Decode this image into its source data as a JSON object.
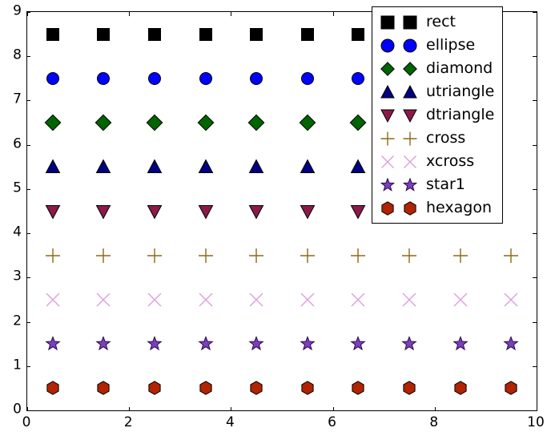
{
  "chart_data": {
    "type": "scatter",
    "title": "",
    "xlabel": "",
    "ylabel": "",
    "xlim": [
      0,
      10
    ],
    "ylim": [
      0,
      9
    ],
    "grid": false,
    "legend_position": "upper right",
    "xticks": [
      0,
      2,
      4,
      6,
      8,
      10
    ],
    "yticks": [
      0,
      1,
      2,
      3,
      4,
      5,
      6,
      7,
      8,
      9
    ],
    "xtick_labels": [
      "0",
      "2",
      "4",
      "6",
      "8",
      "10"
    ],
    "ytick_labels": [
      "0",
      "1",
      "2",
      "3",
      "4",
      "5",
      "6",
      "7",
      "8",
      "9"
    ],
    "series": [
      {
        "name": "rect",
        "marker": "square",
        "face_color": "#000000",
        "edge_color": "#000000",
        "size": 17,
        "x": [
          0.5,
          1.5,
          2.5,
          3.5,
          4.5,
          5.5,
          6.5
        ],
        "y": [
          8.5,
          8.5,
          8.5,
          8.5,
          8.5,
          8.5,
          8.5
        ]
      },
      {
        "name": "ellipse",
        "marker": "circle",
        "face_color": "#0000FF",
        "edge_color": "#000000",
        "size": 17,
        "x": [
          0.5,
          1.5,
          2.5,
          3.5,
          4.5,
          5.5,
          6.5
        ],
        "y": [
          7.5,
          7.5,
          7.5,
          7.5,
          7.5,
          7.5,
          7.5
        ]
      },
      {
        "name": "diamond",
        "marker": "diamond",
        "face_color": "#006400",
        "edge_color": "#000000",
        "size": 21,
        "x": [
          0.5,
          1.5,
          2.5,
          3.5,
          4.5,
          5.5,
          6.5
        ],
        "y": [
          6.5,
          6.5,
          6.5,
          6.5,
          6.5,
          6.5,
          6.5
        ]
      },
      {
        "name": "utriangle",
        "marker": "triangle-up",
        "face_color": "#000080",
        "edge_color": "#000000",
        "size": 19,
        "x": [
          0.5,
          1.5,
          2.5,
          3.5,
          4.5,
          5.5,
          6.5
        ],
        "y": [
          5.5,
          5.5,
          5.5,
          5.5,
          5.5,
          5.5,
          5.5
        ]
      },
      {
        "name": "dtriangle",
        "marker": "triangle-down",
        "face_color": "#8B1A4A",
        "edge_color": "#000000",
        "size": 19,
        "x": [
          0.5,
          1.5,
          2.5,
          3.5,
          4.5,
          5.5,
          6.5
        ],
        "y": [
          4.5,
          4.5,
          4.5,
          4.5,
          4.5,
          4.5,
          4.5
        ]
      },
      {
        "name": "cross",
        "marker": "plus",
        "face_color": "none",
        "edge_color": "#8B6914",
        "size": 19,
        "x": [
          0.5,
          1.5,
          2.5,
          3.5,
          4.5,
          5.5,
          6.5,
          7.5,
          8.5,
          9.5
        ],
        "y": [
          3.5,
          3.5,
          3.5,
          3.5,
          3.5,
          3.5,
          3.5,
          3.5,
          3.5,
          3.5
        ]
      },
      {
        "name": "xcross",
        "marker": "x",
        "face_color": "none",
        "edge_color": "#DDA0DD",
        "size": 19,
        "x": [
          0.5,
          1.5,
          2.5,
          3.5,
          4.5,
          5.5,
          6.5,
          7.5,
          8.5,
          9.5
        ],
        "y": [
          2.5,
          2.5,
          2.5,
          2.5,
          2.5,
          2.5,
          2.5,
          2.5,
          2.5,
          2.5
        ]
      },
      {
        "name": "star1",
        "marker": "star5",
        "face_color": "#7B3FBF",
        "edge_color": "#2B0B4A",
        "size": 19,
        "x": [
          0.5,
          1.5,
          2.5,
          3.5,
          4.5,
          5.5,
          6.5,
          7.5,
          8.5,
          9.5
        ],
        "y": [
          1.5,
          1.5,
          1.5,
          1.5,
          1.5,
          1.5,
          1.5,
          1.5,
          1.5,
          1.5
        ]
      },
      {
        "name": "hexagon",
        "marker": "hexagon",
        "face_color": "#B22400",
        "edge_color": "#000000",
        "size": 18,
        "x": [
          0.5,
          1.5,
          2.5,
          3.5,
          4.5,
          5.5,
          6.5,
          7.5,
          8.5,
          9.5
        ],
        "y": [
          0.5,
          0.5,
          0.5,
          0.5,
          0.5,
          0.5,
          0.5,
          0.5,
          0.5,
          0.5
        ]
      }
    ],
    "legend_entries": [
      {
        "label": "rect",
        "marker": "square",
        "face_color": "#000000",
        "edge_color": "#000000"
      },
      {
        "label": "ellipse",
        "marker": "circle",
        "face_color": "#0000FF",
        "edge_color": "#000000"
      },
      {
        "label": "diamond",
        "marker": "diamond",
        "face_color": "#006400",
        "edge_color": "#000000"
      },
      {
        "label": "utriangle",
        "marker": "triangle-up",
        "face_color": "#000080",
        "edge_color": "#000000"
      },
      {
        "label": "dtriangle",
        "marker": "triangle-down",
        "face_color": "#8B1A4A",
        "edge_color": "#000000"
      },
      {
        "label": "cross",
        "marker": "plus",
        "face_color": "none",
        "edge_color": "#8B6914"
      },
      {
        "label": "xcross",
        "marker": "x",
        "face_color": "none",
        "edge_color": "#DDA0DD"
      },
      {
        "label": "star1",
        "marker": "star5",
        "face_color": "#7B3FBF",
        "edge_color": "#2B0B4A"
      },
      {
        "label": "hexagon",
        "marker": "hexagon",
        "face_color": "#B22400",
        "edge_color": "#000000"
      }
    ]
  }
}
